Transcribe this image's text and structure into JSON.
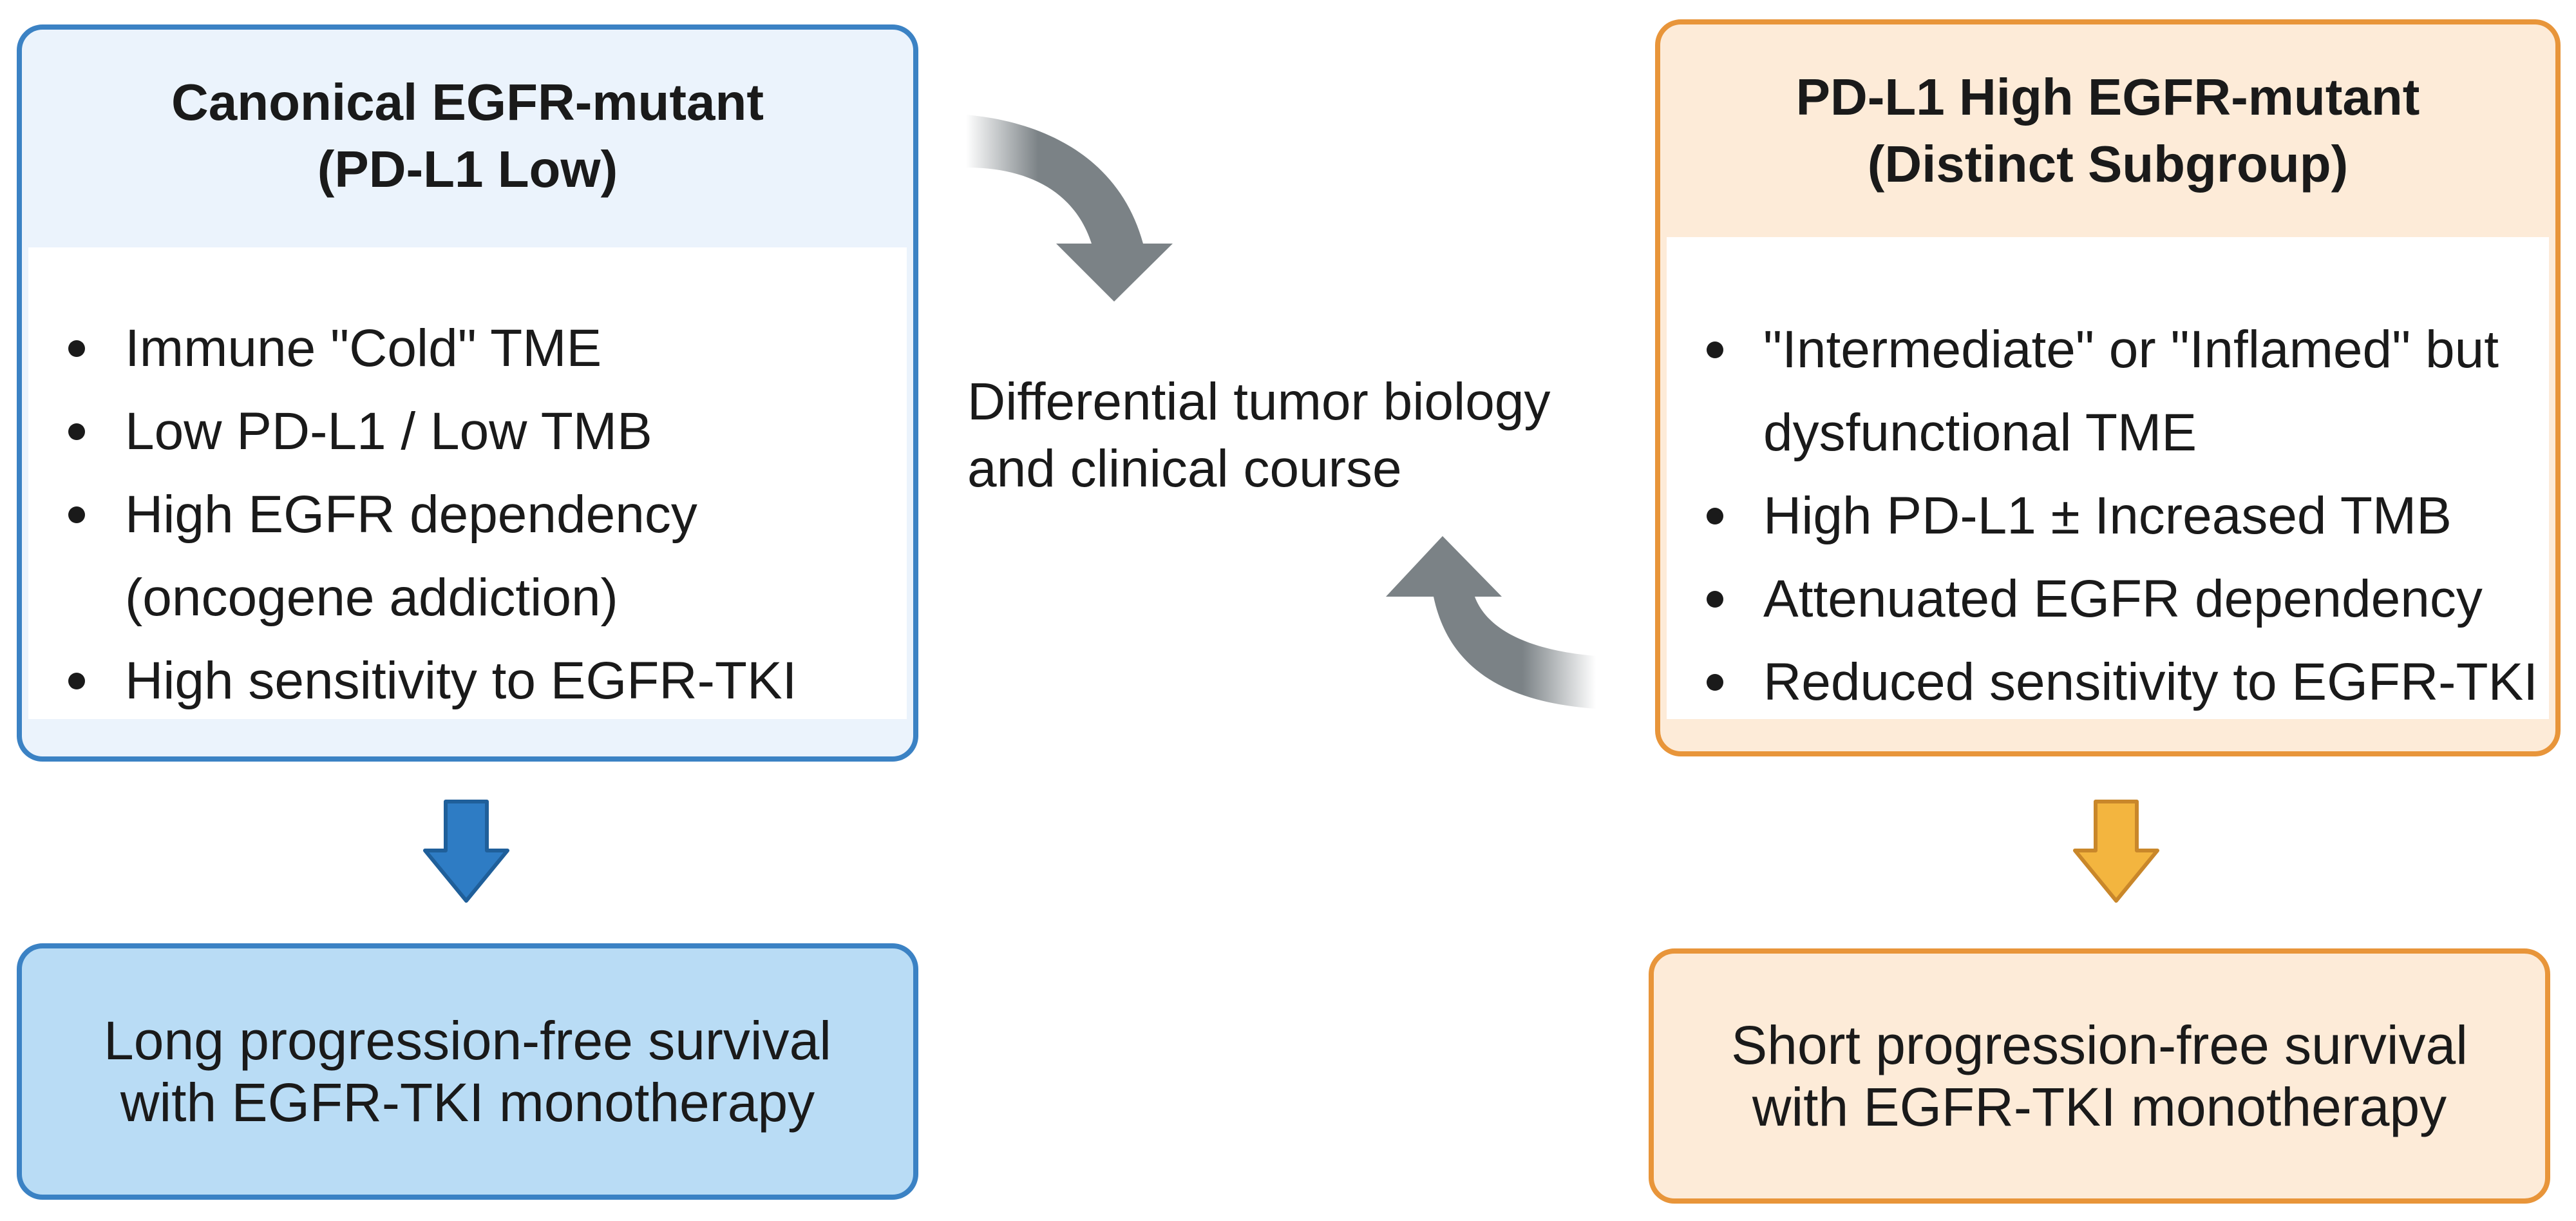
{
  "left_group": {
    "title_line1": "Canonical EGFR-mutant",
    "title_line2": "(PD-L1 Low)",
    "bullets": [
      "Immune \"Cold\" TME",
      "Low PD-L1 / Low TMB",
      "High EGFR dependency",
      "(oncogene addiction)",
      "High sensitivity to EGFR-TKI"
    ],
    "outcome_line1": "Long progression-free survival",
    "outcome_line2": "with EGFR-TKI monotherapy",
    "colors": {
      "border": "#3b82c4",
      "header_bg": "#ebf3fc",
      "outcome_bg": "#b9dcf5",
      "arrow": "#2e7cc4"
    }
  },
  "right_group": {
    "title_line1": "PD-L1 High EGFR-mutant",
    "title_line2": "(Distinct Subgroup)",
    "bullets": [
      "\"Intermediate\" or \"Inflamed\" but",
      "dysfunctional TME",
      "High PD-L1 ± Increased TMB",
      "Attenuated EGFR dependency",
      "Reduced sensitivity to EGFR-TKI"
    ],
    "outcome_line1": "Short progression-free survival",
    "outcome_line2": "with EGFR-TKI monotherapy",
    "colors": {
      "border": "#e8953a",
      "header_bg": "#fdebd8",
      "outcome_bg": "#fdebd8",
      "arrow": "#f3b53f"
    }
  },
  "center": {
    "line1": "Differential tumor biology",
    "line2": "and clinical course",
    "arrow_color": "#7b8286"
  }
}
